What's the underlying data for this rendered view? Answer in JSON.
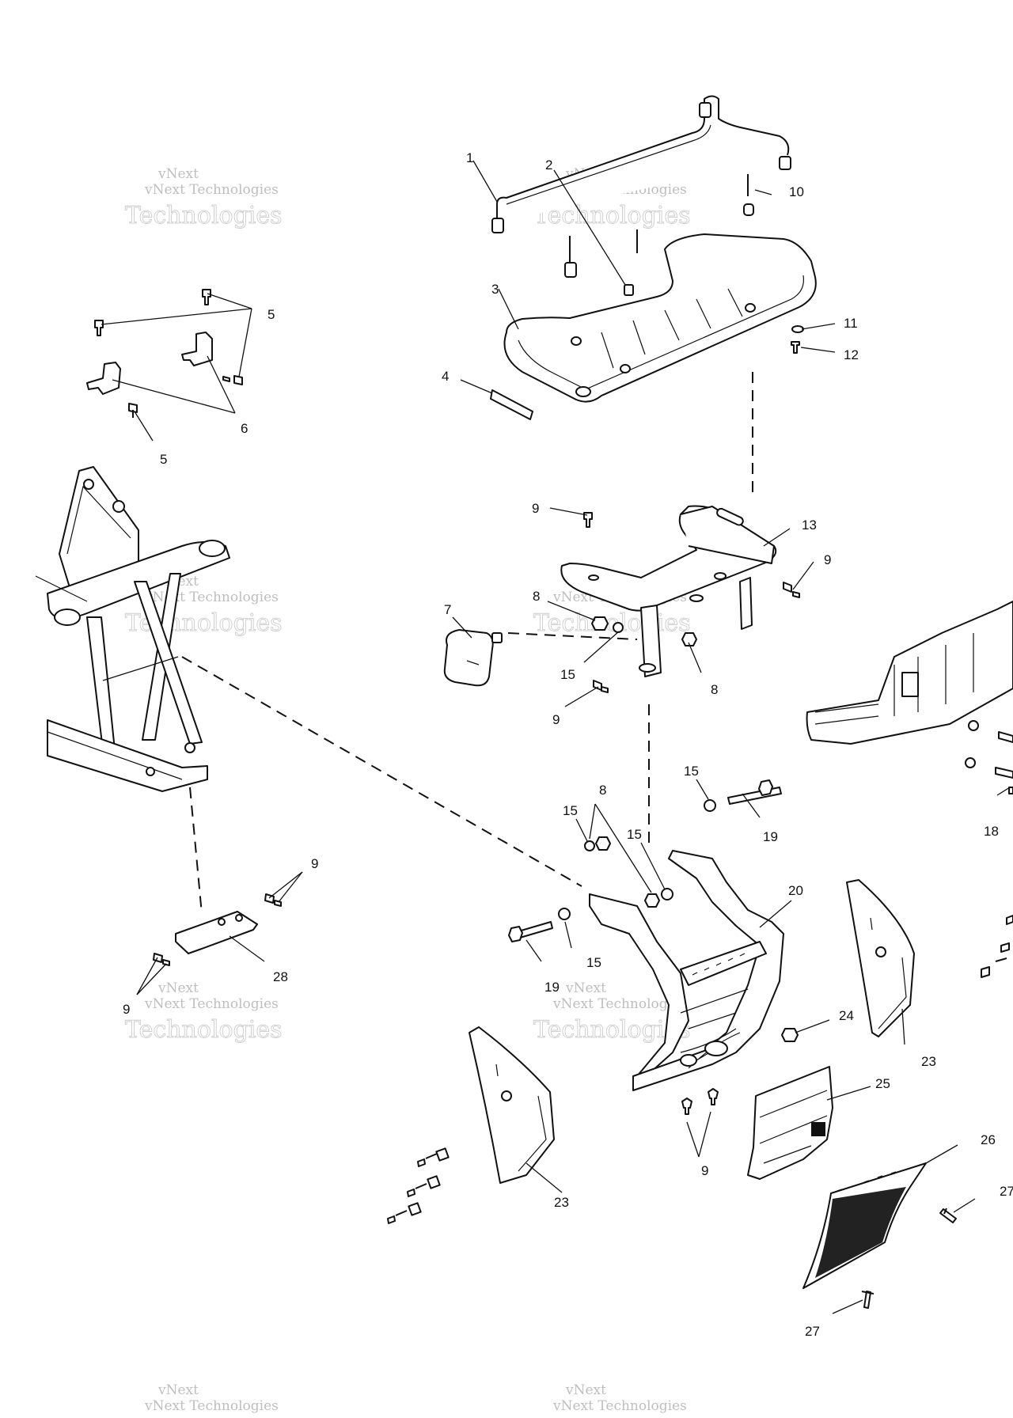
{
  "callouts": {
    "c1": "1",
    "c2": "2",
    "c3": "3",
    "c4": "4",
    "c5a": "5",
    "c5b": "5",
    "c6": "6",
    "c7": "7",
    "c8a": "8",
    "c8b": "8",
    "c8c": "8",
    "c9a": "9",
    "c9b": "9",
    "c9c": "9",
    "c9d": "9",
    "c9e": "9",
    "c9f": "9",
    "c10": "10",
    "c11": "11",
    "c12": "12",
    "c13": "13",
    "c15a": "15",
    "c15b": "15",
    "c15c": "15",
    "c15d": "15",
    "c15e": "15",
    "c18": "18",
    "c19a": "19",
    "c19b": "19",
    "c20": "20",
    "c23a": "23",
    "c23b": "23",
    "c24": "24",
    "c25": "25",
    "c26": "26",
    "c27a": "27",
    "c27b": "27",
    "c28": "28"
  },
  "watermark": {
    "line1": "vNext",
    "line2": "vNext Technologies",
    "line3": "Technologies"
  }
}
